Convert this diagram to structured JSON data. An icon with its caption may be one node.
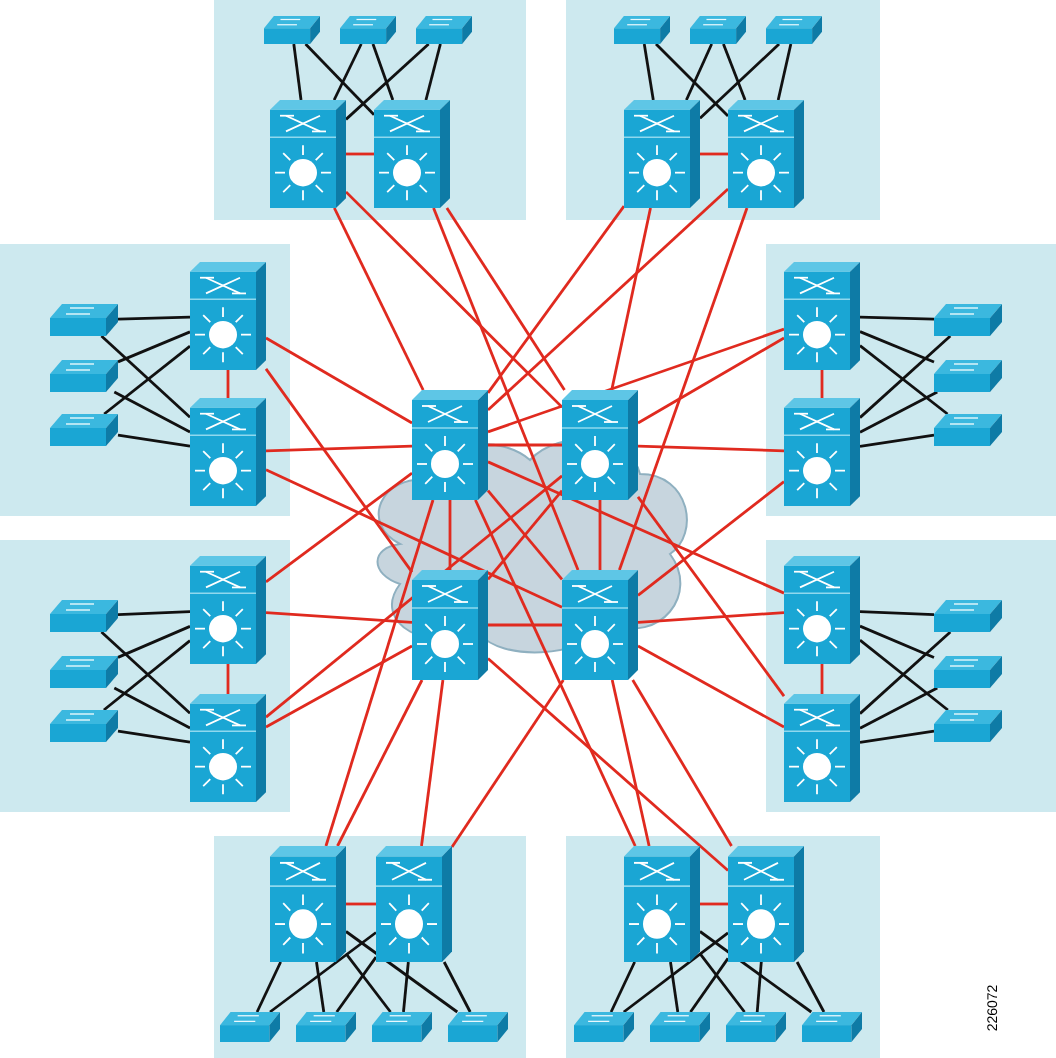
{
  "diagram": {
    "nodes": [
      {
        "text": [],
        "shape": "band"
      },
      {
        "text": [],
        "shape": "switch",
        "in": 0
      },
      {
        "text": [],
        "shape": "switch",
        "in": 0
      },
      {
        "text": [],
        "shape": "switch",
        "in": 0
      },
      {
        "text": [],
        "shape": "tower",
        "in": 0
      },
      {
        "text": [],
        "shape": "tower",
        "in": 0
      },
      {
        "text": [],
        "shape": "band"
      },
      {
        "text": [],
        "shape": "switch",
        "in": 6
      },
      {
        "text": [],
        "shape": "switch",
        "in": 6
      },
      {
        "text": [],
        "shape": "switch",
        "in": 6
      },
      {
        "text": [],
        "shape": "tower",
        "in": 6
      },
      {
        "text": [],
        "shape": "tower",
        "in": 6
      },
      {
        "text": [],
        "shape": "band"
      },
      {
        "text": [],
        "shape": "switch",
        "in": 12
      },
      {
        "text": [],
        "shape": "switch",
        "in": 12
      },
      {
        "text": [],
        "shape": "switch",
        "in": 12
      },
      {
        "text": [],
        "shape": "tower",
        "in": 12
      },
      {
        "text": [],
        "shape": "tower",
        "in": 12
      },
      {
        "text": [],
        "shape": "band"
      },
      {
        "text": [],
        "shape": "switch",
        "in": 18
      },
      {
        "text": [],
        "shape": "switch",
        "in": 18
      },
      {
        "text": [],
        "shape": "switch",
        "in": 18
      },
      {
        "text": [],
        "shape": "tower",
        "in": 18
      },
      {
        "text": [],
        "shape": "tower",
        "in": 18
      },
      {
        "text": [],
        "shape": "tower"
      },
      {
        "text": [],
        "shape": "tower"
      },
      {
        "text": [],
        "shape": "tower"
      },
      {
        "text": [],
        "shape": "tower"
      },
      {
        "text": [],
        "shape": "band"
      },
      {
        "text": [],
        "shape": "switch",
        "in": 28
      },
      {
        "text": [],
        "shape": "switch",
        "in": 28
      },
      {
        "text": [],
        "shape": "switch",
        "in": 28
      },
      {
        "text": [],
        "shape": "tower",
        "in": 28
      },
      {
        "text": [],
        "shape": "tower",
        "in": 28
      },
      {
        "text": [],
        "shape": "band"
      },
      {
        "text": [],
        "shape": "switch",
        "in": 34
      },
      {
        "text": [],
        "shape": "switch",
        "in": 34
      },
      {
        "text": [],
        "shape": "switch",
        "in": 34
      },
      {
        "text": [],
        "shape": "tower",
        "in": 34
      },
      {
        "text": [],
        "shape": "tower",
        "in": 34
      },
      {
        "text": [],
        "shape": "band"
      },
      {
        "text": [],
        "shape": "tower",
        "in": 40
      },
      {
        "text": [],
        "shape": "tower",
        "in": 40
      },
      {
        "text": [],
        "shape": "switch",
        "in": 40
      },
      {
        "text": [],
        "shape": "switch",
        "in": 40
      },
      {
        "text": [],
        "shape": "switch",
        "in": 40
      },
      {
        "text": [],
        "shape": "switch",
        "in": 40
      },
      {
        "text": [],
        "shape": "band"
      },
      {
        "text": [],
        "shape": "tower",
        "in": 47
      },
      {
        "text": [],
        "shape": "tower",
        "in": 47
      },
      {
        "text": [],
        "shape": "switch",
        "in": 47
      },
      {
        "text": [],
        "shape": "switch",
        "in": 47
      },
      {
        "text": [],
        "shape": "switch",
        "in": 47
      },
      {
        "text": [],
        "shape": "switch",
        "in": 47
      }
    ],
    "edges": [
      {
        "from": 1,
        "to": 4,
        "arrow": "none"
      },
      {
        "from": 1,
        "to": 5,
        "arrow": "none"
      },
      {
        "from": 2,
        "to": 4,
        "arrow": "none"
      },
      {
        "from": 2,
        "to": 5,
        "arrow": "none"
      },
      {
        "from": 3,
        "to": 4,
        "arrow": "none"
      },
      {
        "from": 3,
        "to": 5,
        "arrow": "none"
      },
      {
        "from": 7,
        "to": 10,
        "arrow": "none"
      },
      {
        "from": 7,
        "to": 11,
        "arrow": "none"
      },
      {
        "from": 8,
        "to": 10,
        "arrow": "none"
      },
      {
        "from": 8,
        "to": 11,
        "arrow": "none"
      },
      {
        "from": 9,
        "to": 10,
        "arrow": "none"
      },
      {
        "from": 9,
        "to": 11,
        "arrow": "none"
      },
      {
        "from": 13,
        "to": 16,
        "arrow": "none"
      },
      {
        "from": 13,
        "to": 17,
        "arrow": "none"
      },
      {
        "from": 14,
        "to": 16,
        "arrow": "none"
      },
      {
        "from": 14,
        "to": 17,
        "arrow": "none"
      },
      {
        "from": 15,
        "to": 16,
        "arrow": "none"
      },
      {
        "from": 15,
        "to": 17,
        "arrow": "none"
      },
      {
        "from": 19,
        "to": 22,
        "arrow": "none"
      },
      {
        "from": 19,
        "to": 23,
        "arrow": "none"
      },
      {
        "from": 20,
        "to": 22,
        "arrow": "none"
      },
      {
        "from": 20,
        "to": 23,
        "arrow": "none"
      },
      {
        "from": 21,
        "to": 22,
        "arrow": "none"
      },
      {
        "from": 21,
        "to": 23,
        "arrow": "none"
      },
      {
        "from": 29,
        "to": 32,
        "arrow": "none"
      },
      {
        "from": 29,
        "to": 33,
        "arrow": "none"
      },
      {
        "from": 30,
        "to": 32,
        "arrow": "none"
      },
      {
        "from": 30,
        "to": 33,
        "arrow": "none"
      },
      {
        "from": 31,
        "to": 32,
        "arrow": "none"
      },
      {
        "from": 31,
        "to": 33,
        "arrow": "none"
      },
      {
        "from": 35,
        "to": 38,
        "arrow": "none"
      },
      {
        "from": 35,
        "to": 39,
        "arrow": "none"
      },
      {
        "from": 36,
        "to": 38,
        "arrow": "none"
      },
      {
        "from": 36,
        "to": 39,
        "arrow": "none"
      },
      {
        "from": 37,
        "to": 38,
        "arrow": "none"
      },
      {
        "from": 37,
        "to": 39,
        "arrow": "none"
      },
      {
        "from": 41,
        "to": 43,
        "arrow": "none"
      },
      {
        "from": 41,
        "to": 44,
        "arrow": "none"
      },
      {
        "from": 41,
        "to": 45,
        "arrow": "none"
      },
      {
        "from": 41,
        "to": 46,
        "arrow": "none"
      },
      {
        "from": 42,
        "to": 43,
        "arrow": "none"
      },
      {
        "from": 42,
        "to": 44,
        "arrow": "none"
      },
      {
        "from": 42,
        "to": 45,
        "arrow": "none"
      },
      {
        "from": 42,
        "to": 46,
        "arrow": "none"
      },
      {
        "from": 48,
        "to": 50,
        "arrow": "none"
      },
      {
        "from": 48,
        "to": 51,
        "arrow": "none"
      },
      {
        "from": 48,
        "to": 52,
        "arrow": "none"
      },
      {
        "from": 48,
        "to": 53,
        "arrow": "none"
      },
      {
        "from": 49,
        "to": 50,
        "arrow": "none"
      },
      {
        "from": 49,
        "to": 51,
        "arrow": "none"
      },
      {
        "from": 49,
        "to": 52,
        "arrow": "none"
      },
      {
        "from": 49,
        "to": 53,
        "arrow": "none"
      },
      {
        "from": 4,
        "to": 5,
        "arrow": "none",
        "color": "#e02a1f"
      },
      {
        "from": 10,
        "to": 11,
        "arrow": "none",
        "color": "#e02a1f"
      },
      {
        "from": 16,
        "to": 17,
        "arrow": "none",
        "color": "#e02a1f"
      },
      {
        "from": 22,
        "to": 23,
        "arrow": "none",
        "color": "#e02a1f"
      },
      {
        "from": 32,
        "to": 33,
        "arrow": "none",
        "color": "#e02a1f"
      },
      {
        "from": 38,
        "to": 39,
        "arrow": "none",
        "color": "#e02a1f"
      },
      {
        "from": 41,
        "to": 42,
        "arrow": "none",
        "color": "#e02a1f"
      },
      {
        "from": 48,
        "to": 49,
        "arrow": "none",
        "color": "#e02a1f"
      },
      {
        "from": 24,
        "to": 25,
        "arrow": "none",
        "color": "#e02a1f"
      },
      {
        "from": 26,
        "to": 27,
        "arrow": "none",
        "color": "#e02a1f"
      },
      {
        "from": 24,
        "to": 26,
        "arrow": "none",
        "color": "#e02a1f"
      },
      {
        "from": 25,
        "to": 27,
        "arrow": "none",
        "color": "#e02a1f"
      },
      {
        "from": 24,
        "to": 27,
        "arrow": "none",
        "color": "#e02a1f"
      },
      {
        "from": 25,
        "to": 26,
        "arrow": "none",
        "color": "#e02a1f"
      },
      {
        "from": 4,
        "to": 24,
        "arrow": "none",
        "color": "#e02a1f"
      },
      {
        "from": 4,
        "to": 25,
        "arrow": "none",
        "color": "#e02a1f"
      },
      {
        "from": 5,
        "to": 25,
        "arrow": "none",
        "color": "#e02a1f"
      },
      {
        "from": 5,
        "to": 27,
        "arrow": "none",
        "color": "#e02a1f"
      },
      {
        "from": 10,
        "to": 24,
        "arrow": "none",
        "color": "#e02a1f"
      },
      {
        "from": 10,
        "to": 25,
        "arrow": "none",
        "color": "#e02a1f"
      },
      {
        "from": 11,
        "to": 24,
        "arrow": "none",
        "color": "#e02a1f"
      },
      {
        "from": 11,
        "to": 27,
        "arrow": "none",
        "color": "#e02a1f"
      },
      {
        "from": 16,
        "to": 24,
        "arrow": "none",
        "color": "#e02a1f"
      },
      {
        "from": 16,
        "to": 26,
        "arrow": "none",
        "color": "#e02a1f"
      },
      {
        "from": 17,
        "to": 24,
        "arrow": "none",
        "color": "#e02a1f"
      },
      {
        "from": 17,
        "to": 27,
        "arrow": "none",
        "color": "#e02a1f"
      },
      {
        "from": 22,
        "to": 24,
        "arrow": "none",
        "color": "#e02a1f"
      },
      {
        "from": 22,
        "to": 25,
        "arrow": "none",
        "color": "#e02a1f"
      },
      {
        "from": 23,
        "to": 25,
        "arrow": "none",
        "color": "#e02a1f"
      },
      {
        "from": 23,
        "to": 27,
        "arrow": "none",
        "color": "#e02a1f"
      },
      {
        "from": 32,
        "to": 24,
        "arrow": "none",
        "color": "#e02a1f"
      },
      {
        "from": 32,
        "to": 26,
        "arrow": "none",
        "color": "#e02a1f"
      },
      {
        "from": 33,
        "to": 25,
        "arrow": "none",
        "color": "#e02a1f"
      },
      {
        "from": 33,
        "to": 26,
        "arrow": "none",
        "color": "#e02a1f"
      },
      {
        "from": 38,
        "to": 24,
        "arrow": "none",
        "color": "#e02a1f"
      },
      {
        "from": 38,
        "to": 27,
        "arrow": "none",
        "color": "#e02a1f"
      },
      {
        "from": 39,
        "to": 25,
        "arrow": "none",
        "color": "#e02a1f"
      },
      {
        "from": 39,
        "to": 27,
        "arrow": "none",
        "color": "#e02a1f"
      },
      {
        "from": 41,
        "to": 24,
        "arrow": "none",
        "color": "#e02a1f"
      },
      {
        "from": 41,
        "to": 26,
        "arrow": "none",
        "color": "#e02a1f"
      },
      {
        "from": 42,
        "to": 26,
        "arrow": "none",
        "color": "#e02a1f"
      },
      {
        "from": 42,
        "to": 27,
        "arrow": "none",
        "color": "#e02a1f"
      },
      {
        "from": 48,
        "to": 24,
        "arrow": "none",
        "color": "#e02a1f"
      },
      {
        "from": 48,
        "to": 27,
        "arrow": "none",
        "color": "#e02a1f"
      },
      {
        "from": 49,
        "to": 26,
        "arrow": "none",
        "color": "#e02a1f"
      },
      {
        "from": 49,
        "to": 27,
        "arrow": "none",
        "color": "#e02a1f"
      }
    ],
    "labels": [
      "226072"
    ]
  }
}
